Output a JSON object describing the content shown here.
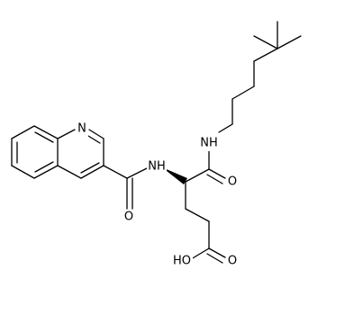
{
  "molecule": {
    "atoms": {
      "quinoline_n": "N",
      "amide_nh": "NH",
      "amide_o": "O",
      "terminal_nh": "NH",
      "terminal_o": "O",
      "acid_oh": "HO",
      "acid_o": "O"
    },
    "colors": {
      "bond": "#000000",
      "label": "#000000",
      "background": "#ffffff"
    }
  }
}
